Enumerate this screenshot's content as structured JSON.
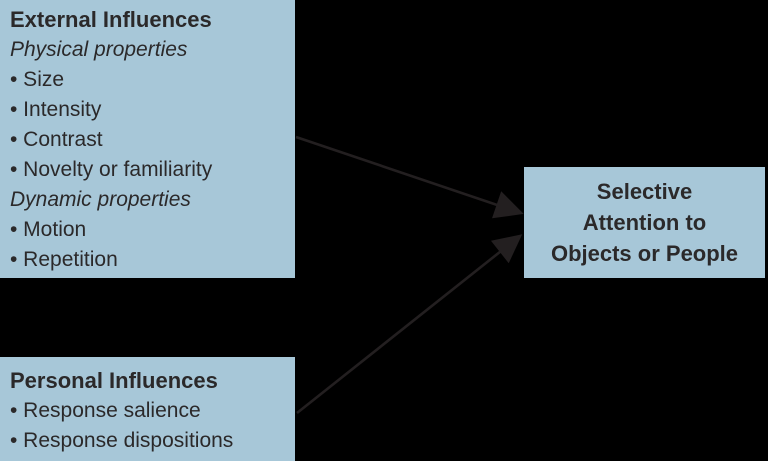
{
  "colors": {
    "background": "#000000",
    "box_fill": "#a7c7d8",
    "text": "#2b292a",
    "arrow": "#231f20"
  },
  "external": {
    "title": "External Influences",
    "rows": [
      {
        "kind": "subheading",
        "text": "Physical properties"
      },
      {
        "kind": "bullet",
        "text": "• Size"
      },
      {
        "kind": "bullet",
        "text": "• Intensity"
      },
      {
        "kind": "bullet",
        "text": "• Contrast"
      },
      {
        "kind": "bullet",
        "text": "• Novelty or familiarity"
      },
      {
        "kind": "subheading",
        "text": "Dynamic properties"
      },
      {
        "kind": "bullet",
        "text": "• Motion"
      },
      {
        "kind": "bullet",
        "text": "• Repetition"
      }
    ]
  },
  "personal": {
    "title": "Personal Influences",
    "rows": [
      {
        "kind": "bullet",
        "text": "• Response salience"
      },
      {
        "kind": "bullet",
        "text": "• Response dispositions"
      }
    ]
  },
  "selective": {
    "lines": [
      "Selective",
      "Attention to",
      "Objects or People"
    ]
  }
}
